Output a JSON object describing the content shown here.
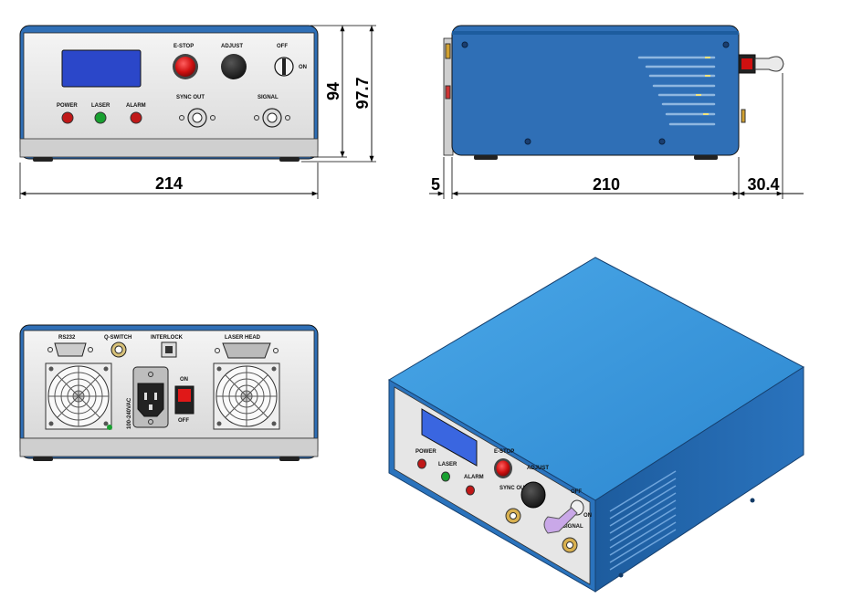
{
  "front_view": {
    "labels": {
      "estop": "E-STOP",
      "adjust": "ADJUST",
      "off": "OFF",
      "on": "ON",
      "power": "POWER",
      "laser": "LASER",
      "alarm": "ALARM",
      "sync_out": "SYNC OUT",
      "signal": "SIGNAL"
    },
    "dimensions": {
      "width": "214",
      "height_body": "94",
      "height_total": "97.7"
    }
  },
  "side_view": {
    "dimensions": {
      "front_offset": "5",
      "length": "210",
      "key_protrusion": "30.4"
    }
  },
  "rear_view": {
    "labels": {
      "rs232": "RS232",
      "q_switch": "Q-SWITCH",
      "interlock": "INTERLOCK",
      "laser_head": "LASER HEAD",
      "voltage": "100-240VAC",
      "on": "ON",
      "off": "OFF"
    }
  },
  "iso_view": {
    "labels": {
      "estop": "E-STOP",
      "adjust": "ADJUST",
      "power": "POWER",
      "laser": "LASER",
      "alarm": "ALARM",
      "sync_out": "SYNC OUT",
      "signal": "SIGNAL",
      "off": "OFF",
      "on": "ON"
    }
  },
  "colors": {
    "enclosure_blue": "#2f6fb6",
    "enclosure_light": "#3d98d8",
    "panel_gray": "#e4e4e4",
    "lcd_blue": "#2b47c9",
    "estop_red": "#d01010",
    "led_green": "#18a030",
    "led_red": "#c01818"
  }
}
